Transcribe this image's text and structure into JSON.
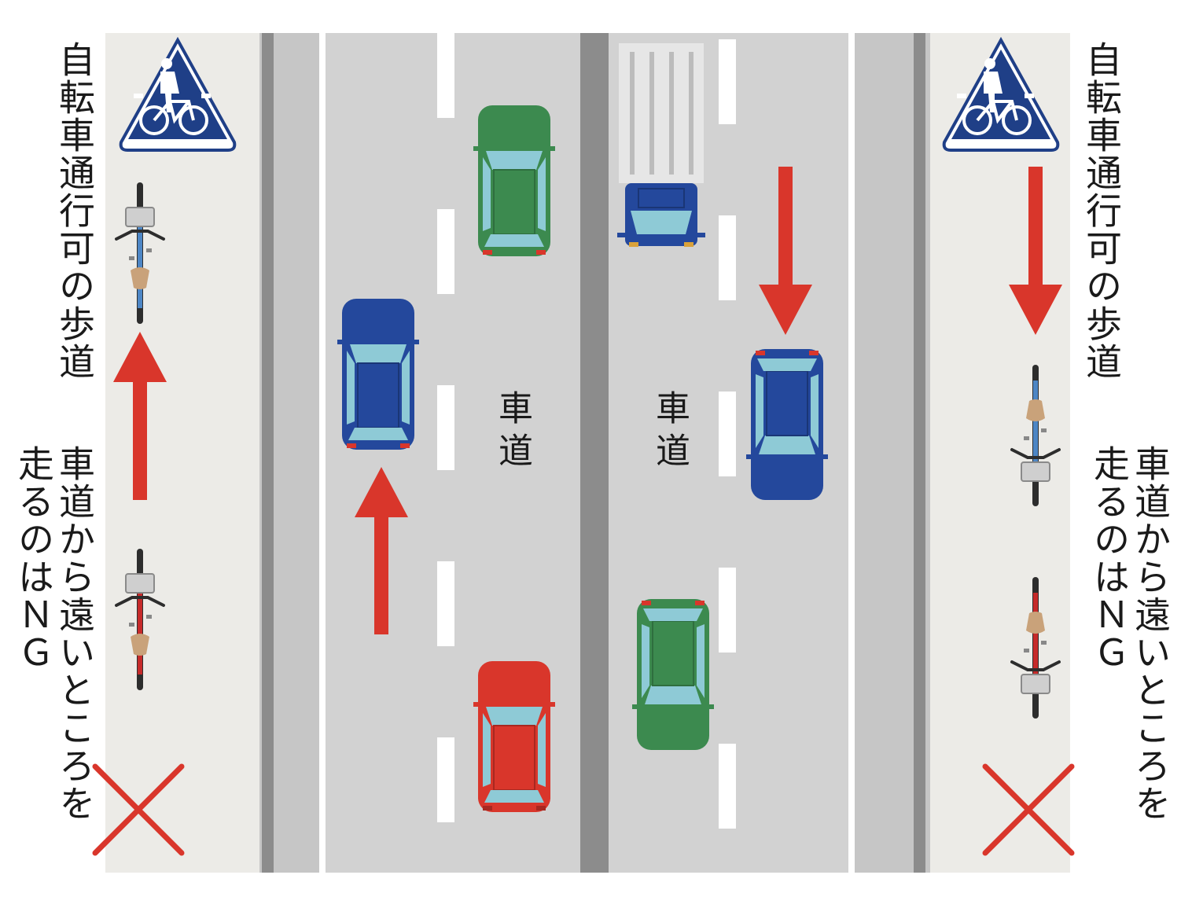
{
  "labels": {
    "left_sidewalk": "自転車通行可の歩道",
    "right_sidewalk": "自転車通行可の歩道",
    "left_note_line1": "車道から遠いところを",
    "left_note_line2": "走るのはＮＧ",
    "right_note_line1": "車道から遠いところを",
    "right_note_line2": "走るのはＮＧ",
    "lane_left": "車道",
    "lane_right": "車道"
  },
  "colors": {
    "sidewalk": "#ecebe7",
    "road": "#d2d2d2",
    "curb": "#c6c6c6",
    "curb_line": "#8c8c8c",
    "median": "#8c8c8c",
    "lane_marking": "#ffffff",
    "arrow": "#d9362b",
    "ng_cross": "#d9362b",
    "sign_blue": "#1f3f87",
    "car_green": "#3c8a4f",
    "car_blue": "#24489c",
    "car_red": "#d9362b",
    "window": "#8ecad6",
    "bike_blue": "#4d86c5",
    "bike_red": "#c62a2a",
    "seat": "#c9a27a"
  },
  "icons": [
    "pedestrian-bicycle-sign-icon",
    "bicycle-icon",
    "car-icon",
    "truck-icon",
    "arrow-up-icon",
    "arrow-down-icon",
    "ng-cross-icon"
  ]
}
